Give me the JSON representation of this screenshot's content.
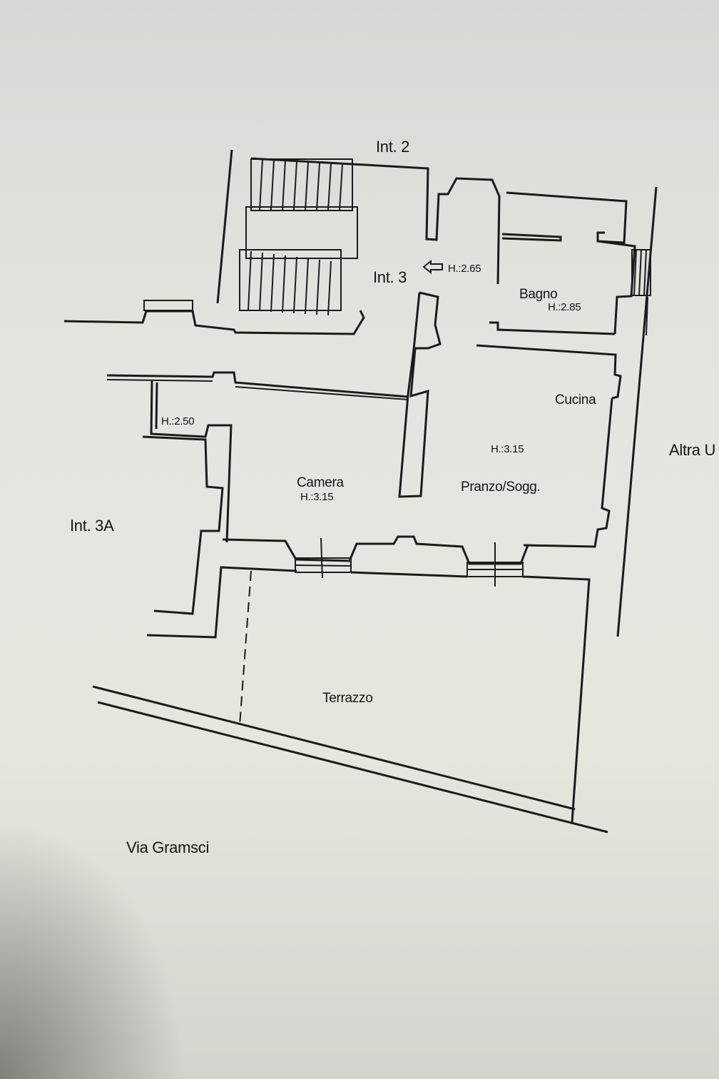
{
  "floorplan": {
    "labels": {
      "int2": "Int. 2",
      "int3": "Int. 3",
      "int3a": "Int. 3A",
      "altra": "Altra U",
      "via": "Via Gramsci",
      "bagno": "Bagno",
      "cucina": "Cucina",
      "camera": "Camera",
      "pranzo": "Pranzo/Sogg.",
      "terrazzo": "Terrazzo"
    },
    "heights": {
      "entrance": "H.:2.65",
      "bagno": "H.:2.85",
      "small_room": "H.:2.50",
      "pranzo": "H.:3.15",
      "camera": "H.:3.15"
    }
  }
}
